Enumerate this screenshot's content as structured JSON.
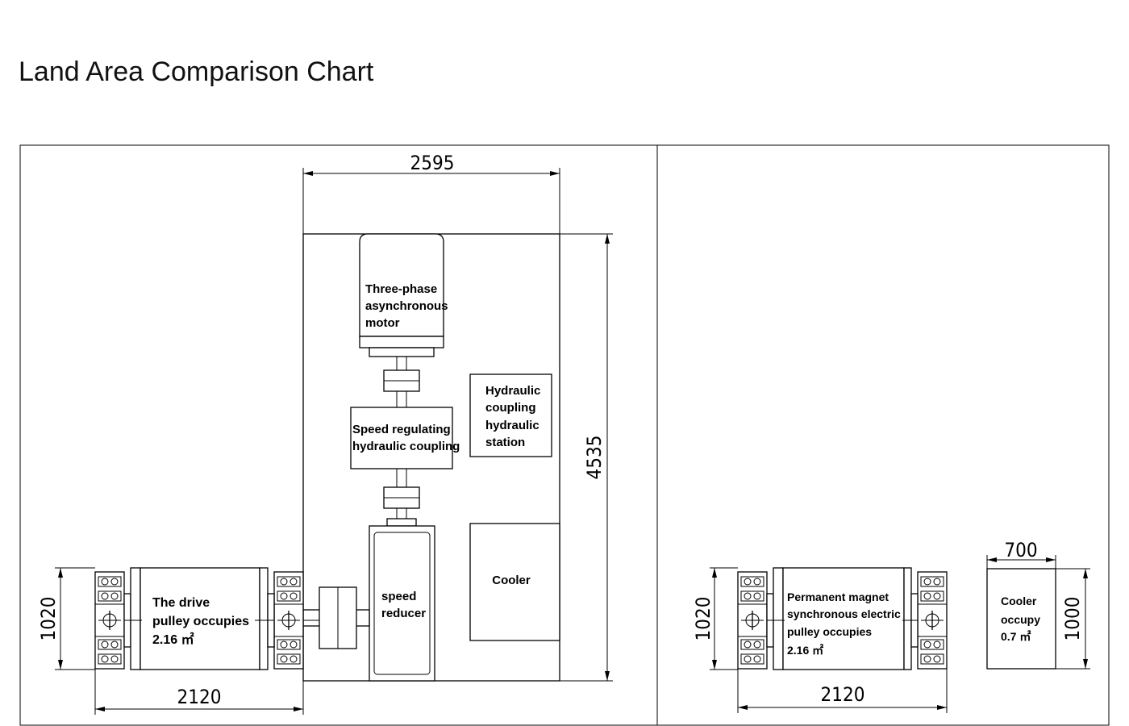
{
  "title": "Land Area Comparison Chart",
  "left_panel": {
    "dimensions": {
      "width": "2595",
      "height": "4535",
      "pulley_height": "1020",
      "pulley_width": "2120"
    },
    "labels": {
      "motor": [
        "Three-phase",
        "asynchronous",
        "motor"
      ],
      "coupling": [
        "Speed regulating",
        "hydraulic coupling"
      ],
      "station": [
        "Hydraulic",
        "coupling",
        "hydraulic",
        "station"
      ],
      "cooler": "Cooler",
      "reducer": [
        "speed",
        "reducer"
      ],
      "pulley": [
        "The drive",
        "pulley occupies",
        "2.16 ㎡"
      ]
    }
  },
  "right_panel": {
    "dimensions": {
      "pulley_height": "1020",
      "pulley_width": "2120",
      "cooler_width": "700",
      "cooler_height": "1000"
    },
    "labels": {
      "pulley": [
        "Permanent magnet",
        "synchronous electric",
        "pulley occupies",
        "2.16 ㎡"
      ],
      "cooler": [
        "Cooler",
        "occupy",
        "0.7 ㎡"
      ]
    }
  }
}
